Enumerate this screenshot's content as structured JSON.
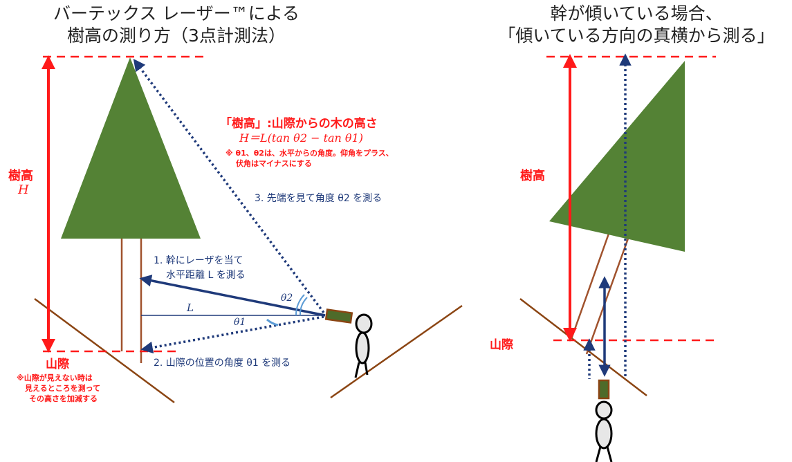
{
  "left_panel": {
    "title_line1": "バーテックス レーザー™による",
    "title_line2": "樹高の測り方（3点計測法）",
    "height_label": "樹高",
    "height_symbol": "H",
    "formula_heading": "「樹高」:山際からの木の高さ",
    "formula": "H＝L(tan θ2 − tan θ1)",
    "formula_note_1": "※ θ1、θ2は、水平からの角度。仰角をプラス、",
    "formula_note_2": "伏角はマイナスにする",
    "step1_line1": "1. 幹にレーザを当て",
    "step1_line2": "水平距離 L を測る",
    "step2": "2. 山際の位置の角度 θ1 を測る",
    "step3": "3. 先端を見て角度 θ2 を測る",
    "distance_symbol": "L",
    "angle1": "θ1",
    "angle2": "θ2",
    "foot_label": "山際",
    "foot_note_1": "※山際が見えない時は",
    "foot_note_2": "見えるところを測って",
    "foot_note_3": "その高さを加減する"
  },
  "right_panel": {
    "title_line1": "幹が傾いている場合、",
    "title_line2": "「傾いている方向の真横から測る」",
    "height_label": "樹高",
    "foot_label": "山際"
  },
  "colors": {
    "tree": "#548235",
    "trunk": "#a0522d",
    "slope": "#8b4513",
    "red": "#ff1a1a",
    "navy": "#1f3a7a",
    "device": "#4e6b2a"
  }
}
